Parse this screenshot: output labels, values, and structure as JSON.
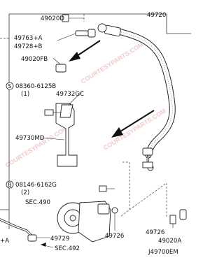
{
  "watermark": "COURTESYPARTS.COM",
  "labels": {
    "p49020D": "49020D",
    "p49720": "49720",
    "p49763A": "49763+A",
    "p49728B": "49728+B",
    "p49020FB": "49020FB",
    "bolt1_code": "08360-6125B",
    "bolt1_qty": "(1)",
    "p49732GC": "49732GC",
    "p49730MD": "49730MD",
    "bolt2_code": "08146-6162G",
    "bolt2_qty": "(2)",
    "sec490": "SEC.490",
    "p49729": "49729",
    "sec492": "SEC.492",
    "p49726_mid": "49726",
    "p49726_right": "49726",
    "p49020A": "49020A",
    "left_fragment": "+A",
    "diagram_code": "J49700EM",
    "circle_S": "S",
    "circle_B": "B"
  },
  "colors": {
    "line": "#222222",
    "watermark": "#e7a8a8"
  }
}
